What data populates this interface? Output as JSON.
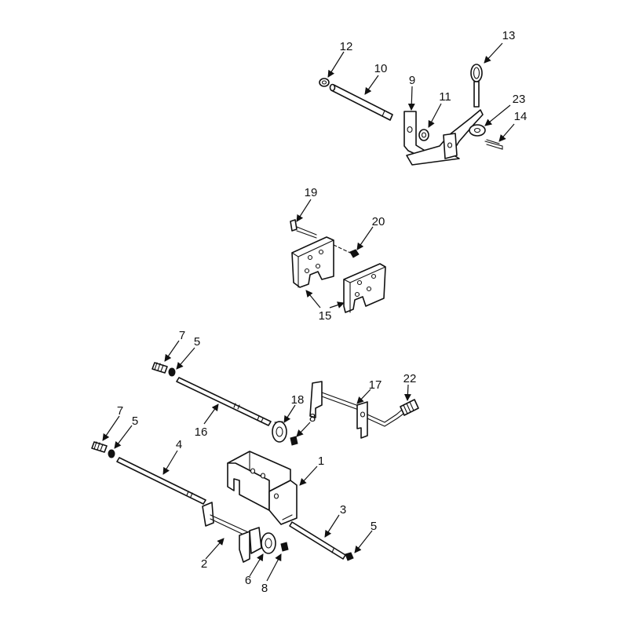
{
  "callouts": {
    "c12": "12",
    "c10": "10",
    "c9": "9",
    "c11": "11",
    "c13": "13",
    "c23": "23",
    "c14": "14",
    "c19": "19",
    "c20": "20",
    "c15": "15",
    "c7a": "7",
    "c5a": "5",
    "c16": "16",
    "c18": "18",
    "c8a": "8",
    "c17": "17",
    "c22": "22",
    "c7b": "7",
    "c5b": "5",
    "c4": "4",
    "c1": "1",
    "c3": "3",
    "c5c": "5",
    "c2": "2",
    "c6": "6",
    "c8b": "8"
  },
  "colors": {
    "line": "#111111",
    "background": "#ffffff"
  }
}
